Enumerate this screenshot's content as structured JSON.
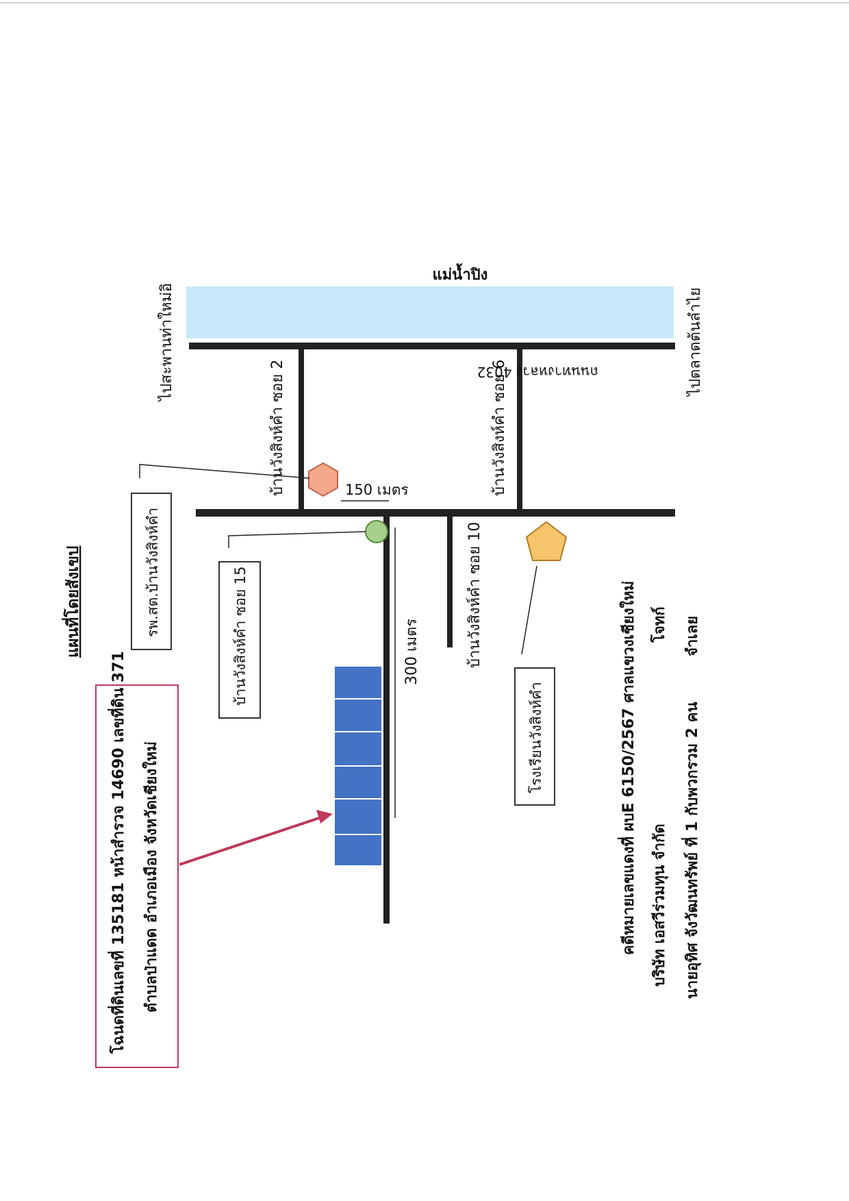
{
  "title": "แผนที่โดยสังเขป",
  "river": {
    "label": "แม่น้ำปิง",
    "color": "#c9e8f7"
  },
  "roads": {
    "main_road": "ถนนทางหลวง 4032",
    "to_north": "ไปสะพานท่าใหม่อิ",
    "to_south": "ไปตลาดต้นลำไย",
    "soi_2": "บ้านวังสิงห์คำ ซอย 2",
    "soi_6": "บ้านวังสิงห์คำ ซอย 6",
    "soi_10": "บ้านวังสิงห์คำ ซอย 10"
  },
  "distances": {
    "d150": "150 เมตร",
    "d300": "300 เมตร"
  },
  "places": {
    "hospital": "รพ.สต.บ้านวังสิงห์คำ",
    "village_15": "บ้านวังสิงห์คำ ซอย 15",
    "school": "โรงเรียนวังสิงห์คำ"
  },
  "deed_box": {
    "line1": "โฉนดที่ดินเลขที่ 135181 หน้าสำรวจ 14690 เลขที่ดิน 371",
    "line2": "ตำบลป่าแดด อำเภอเมือง จังหวัดเชียงใหม่"
  },
  "case_info": {
    "line1": "คดีหมายเลขแดงที่ ผบE 6150/2567 ศาลแขวงเชียงใหม่",
    "line2_a": "บริษัท เอสวีร่วมทุน จำกัด",
    "line2_b": "โจทก์",
    "line3_a": "นายอุทิศ จังวัฒนทรัพย์ ที่ 1 กับพวกรวม 2 คน",
    "line3_b": "จำเลย"
  },
  "colors": {
    "road": "#222222",
    "plot": "#4472c4",
    "hexagon": "#f4a98a",
    "pentagon": "#f6c46a",
    "circle": "#a8d08d",
    "arrow": "#c0395a",
    "deed_border": "#c0395a"
  }
}
